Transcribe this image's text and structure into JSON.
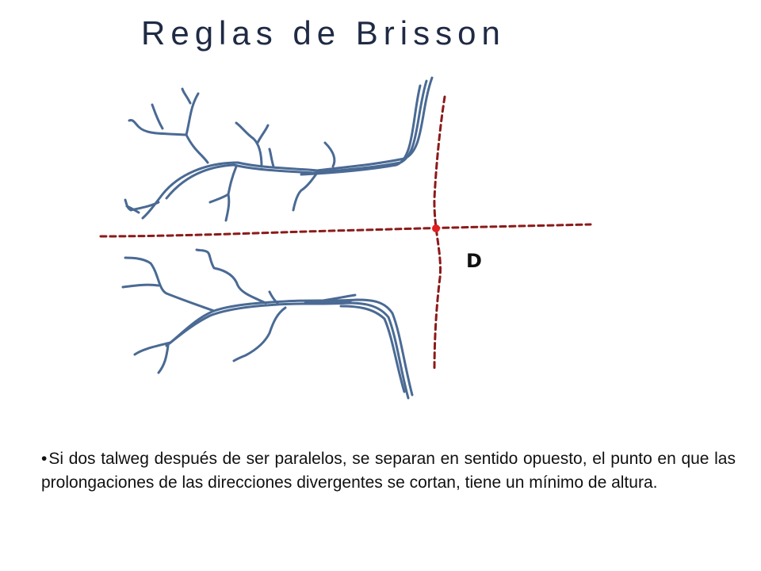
{
  "slide": {
    "title": "Reglas de Brisson",
    "bullet": "•",
    "body": "Si dos talweg después de ser paralelos, se separan en sentido opuesto, el punto en que las prolongaciones de las direcciones divergentes se cortan, tiene un mínimo de altura."
  },
  "diagram": {
    "point_label": "D",
    "colors": {
      "stream": "#4a6a94",
      "guide": "#8b1a1a",
      "point": "#e02020"
    }
  }
}
